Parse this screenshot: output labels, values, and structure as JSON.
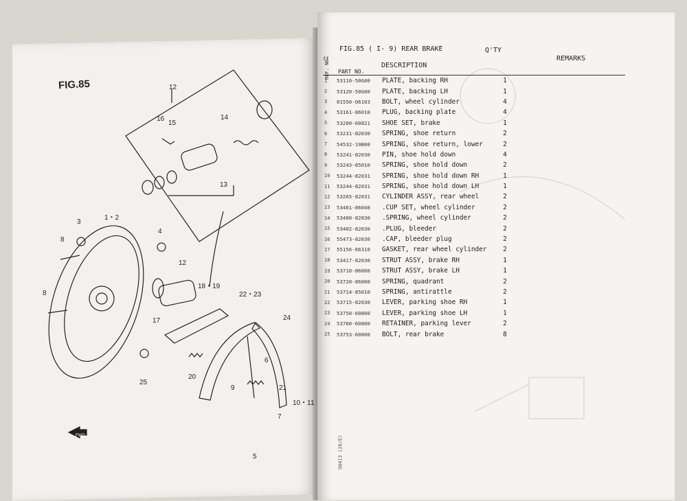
{
  "left": {
    "fig_title": "FIG.85",
    "callouts": [
      "12",
      "16",
      "15",
      "14",
      "13",
      "3",
      "1・2",
      "4",
      "8",
      "8",
      "12",
      "18・19",
      "22・23",
      "24",
      "17",
      "6",
      "25",
      "20",
      "9",
      "21",
      "7",
      "10・11",
      "5"
    ],
    "fwd_label": "FWD"
  },
  "right": {
    "page_marker": "ff",
    "fig_header": "FIG.85 ( I- 9) REAR BRAKE",
    "qty_header": "Q'TY",
    "remarks_header": "REMARKS",
    "no_header": "REF. NO.",
    "part_header": "PART NO.",
    "desc_header": "DESCRIPTION",
    "rows": [
      {
        "no": "1",
        "part": "53110-50G00",
        "desc": "PLATE, backing RH",
        "qty": "1"
      },
      {
        "no": "2",
        "part": "53120-50G00",
        "desc": "PLATE, backing LH",
        "qty": "1"
      },
      {
        "no": "3",
        "part": "01550-06103",
        "desc": "BOLT, wheel cylinder",
        "qty": "4"
      },
      {
        "no": "4",
        "part": "53161-86010",
        "desc": "PLUG, backing plate",
        "qty": "4"
      },
      {
        "no": "5",
        "part": "53200-60821",
        "desc": "SHOE SET, brake",
        "qty": "1"
      },
      {
        "no": "6",
        "part": "53231-82030",
        "desc": "SPRING, shoe return",
        "qty": "2"
      },
      {
        "no": "7",
        "part": "54532-19B00",
        "desc": "SPRING, shoe return, lower",
        "qty": "2"
      },
      {
        "no": "8",
        "part": "53241-82030",
        "desc": "PIN, shoe hold down",
        "qty": "4"
      },
      {
        "no": "9",
        "part": "53243-85010",
        "desc": "SPRING, shoe hold down",
        "qty": "2"
      },
      {
        "no": "10",
        "part": "53244-82031",
        "desc": "SPRING, shoe hold down RH",
        "qty": "1"
      },
      {
        "no": "11",
        "part": "53244-82031",
        "desc": "SPRING, shoe hold down LH",
        "qty": "1"
      },
      {
        "no": "12",
        "part": "53265-82031",
        "desc": "CYLINDER ASSY, rear wheel",
        "qty": "2"
      },
      {
        "no": "13",
        "part": "53401-86040",
        "desc": ".CUP SET, wheel cylinder",
        "qty": "2"
      },
      {
        "no": "14",
        "part": "53400-82830",
        "desc": ".SPRING, wheel cylinder",
        "qty": "2"
      },
      {
        "no": "15",
        "part": "53402-82030",
        "desc": ".PLUG, bleeder",
        "qty": "2"
      },
      {
        "no": "16",
        "part": "55473-82030",
        "desc": ".CAP, bleeder plug",
        "qty": "2"
      },
      {
        "no": "17",
        "part": "55156-66310",
        "desc": "GASKET, rear wheel cylinder",
        "qty": "2"
      },
      {
        "no": "18",
        "part": "53417-82030",
        "desc": "STRUT ASSY, brake RH",
        "qty": "1"
      },
      {
        "no": "19",
        "part": "53710-86000",
        "desc": "STRUT ASSY, brake LH",
        "qty": "1"
      },
      {
        "no": "20",
        "part": "53720-86000",
        "desc": "SPRING, quadrant",
        "qty": "2"
      },
      {
        "no": "21",
        "part": "53714-85010",
        "desc": "SPRING, antirattle",
        "qty": "2"
      },
      {
        "no": "22",
        "part": "53715-82030",
        "desc": "LEVER, parking shoe RH",
        "qty": "1"
      },
      {
        "no": "23",
        "part": "53750-60800",
        "desc": "LEVER, parking shoe LH",
        "qty": "1"
      },
      {
        "no": "24",
        "part": "53760-60800",
        "desc": "RETAINER, parking lever",
        "qty": "2"
      },
      {
        "no": "25",
        "part": "53753-60800",
        "desc": "BOLT, rear brake",
        "qty": "8"
      }
    ],
    "footer": "SN413 (28/E)"
  }
}
